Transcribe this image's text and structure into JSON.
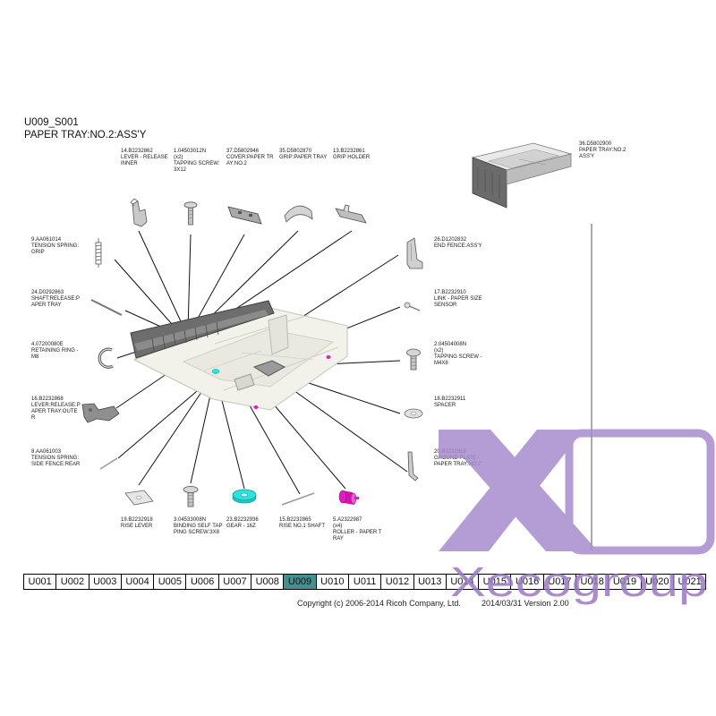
{
  "page": {
    "code": "U009_S001",
    "title": "PAPER TRAY:NO.2:ASS'Y"
  },
  "parts": {
    "p14": [
      "14.B2232862",
      "LEVER - RELEASE",
      "INNER"
    ],
    "p1": [
      "1.04503012N",
      "(x2)",
      "TAPPING SCREW:",
      "3X12"
    ],
    "p37": [
      "37.D5802946",
      "COVER:PAPER TR",
      "AY:NO.2"
    ],
    "p35": [
      "35.D5802870",
      "GRIP:PAPER TRAY"
    ],
    "p13": [
      "13.B2232861",
      "GRIP HOLDER"
    ],
    "p36": [
      "36.D5802900",
      "PAPER TRAY:NO.2",
      "ASS'Y"
    ],
    "p9": [
      "9.AA061014",
      "TENSION SPRING:",
      "GRIP"
    ],
    "p24": [
      "24.D0292863",
      "SHAFT:RELEASE:P",
      "APER TRAY"
    ],
    "p4": [
      "4.07200080E",
      "RETAINING RING -",
      "M8"
    ],
    "p16": [
      "16.B2232868",
      "LEVER:RELEASE:P",
      "APER TRAY:OUTE",
      "R"
    ],
    "p8": [
      "8.AA061003",
      "TENSION SPRING:",
      "SIDE FENCE:REAR"
    ],
    "p26": [
      "26.D1202832",
      "END FENCE:ASS'Y"
    ],
    "p17": [
      "17.B2232910",
      "LINK - PAPER SIZE",
      "SENSOR"
    ],
    "p2": [
      "2.04504008N",
      "(x2)",
      "TAPPING SCREW -",
      "M4X8"
    ],
    "p18": [
      "18.B2232911",
      "SPACER"
    ],
    "p20": [
      "20.B2232919",
      "GROUND PLATE -",
      "PAPER TRAY:NO.2"
    ],
    "p19": [
      "19.B2232918",
      "RISE LEVER"
    ],
    "p3": [
      "3.04533008N",
      "BINDING SELF TAP",
      "PING SCREW:3X8"
    ],
    "p23": [
      "23.B2232936",
      "GEAR - 16Z"
    ],
    "p15": [
      "15.B2232865",
      "RISE NO.1 SHAFT"
    ],
    "p5": [
      "5.A2322987",
      "(x4)",
      "ROLLER - PAPER T",
      "RAY"
    ]
  },
  "nav": {
    "tabs": [
      "U001",
      "U002",
      "U003",
      "U004",
      "U005",
      "U006",
      "U007",
      "U008",
      "U009",
      "U010",
      "U011",
      "U012",
      "U013",
      "U014",
      "U015",
      "U016",
      "U017",
      "U018",
      "U019",
      "U020",
      "U021"
    ],
    "active": "U009"
  },
  "footer": {
    "copyright": "Copyright (c) 2006-2014 Ricoh Company, Ltd.",
    "version": "2014/03/31 Version 2.00"
  },
  "watermark": {
    "text": "Xecogroup"
  },
  "colors": {
    "active_tab": "#458f8f",
    "watermark_shape": "#a88bcd",
    "watermark_text": "#9b78c4",
    "gear_highlight": "#2fe0e0",
    "roller_highlight": "#e41ac0"
  }
}
